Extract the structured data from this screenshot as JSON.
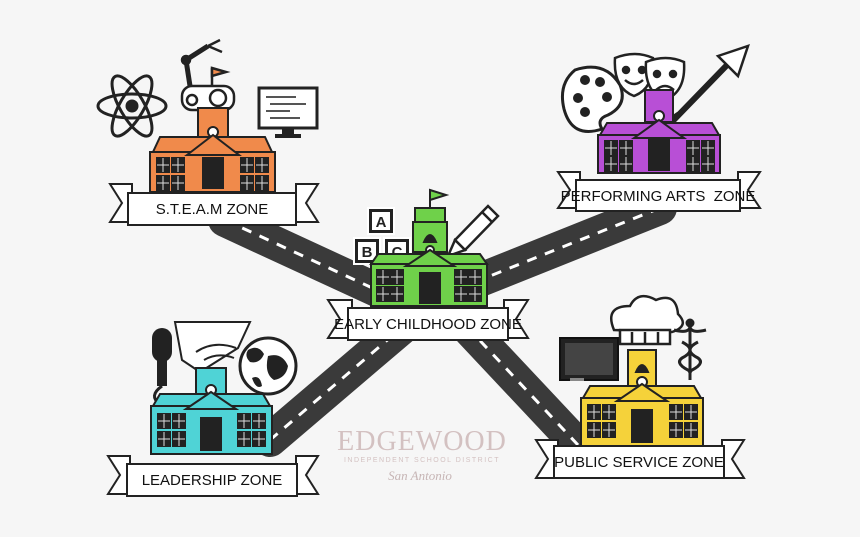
{
  "zones": {
    "steam": {
      "label": "S.T.E.A.M ZONE",
      "color": "#f08a4b"
    },
    "arts": {
      "label": "PERFORMING ARTS  ZONE",
      "color": "#b84fd6"
    },
    "early": {
      "label": "EARLY CHILDHOOD ZONE",
      "color": "#6fd14a"
    },
    "leadership": {
      "label": "LEADERSHIP ZONE",
      "color": "#4fd3d6"
    },
    "public": {
      "label": "PUBLIC SERVICE ZONE",
      "color": "#f5d23a"
    }
  },
  "blocks": {
    "a": "A",
    "b": "B",
    "c": "C"
  },
  "watermark": {
    "name": "EDGEWOOD",
    "tagline": "INDEPENDENT SCHOOL DISTRICT",
    "signature": "San Antonio"
  },
  "icons": {
    "steam": [
      "atom-icon",
      "robot-arm-icon",
      "computer-monitor-icon"
    ],
    "arts": [
      "paint-palette-icon",
      "theatre-masks-icon",
      "trumpet-icon"
    ],
    "early": [
      "abc-blocks-icon",
      "crayon-icon"
    ],
    "leadership": [
      "microphone-icon",
      "handshake-icon",
      "globe-icon"
    ],
    "public": [
      "chalkboard-icon",
      "chef-hat-icon",
      "caduceus-icon"
    ]
  }
}
